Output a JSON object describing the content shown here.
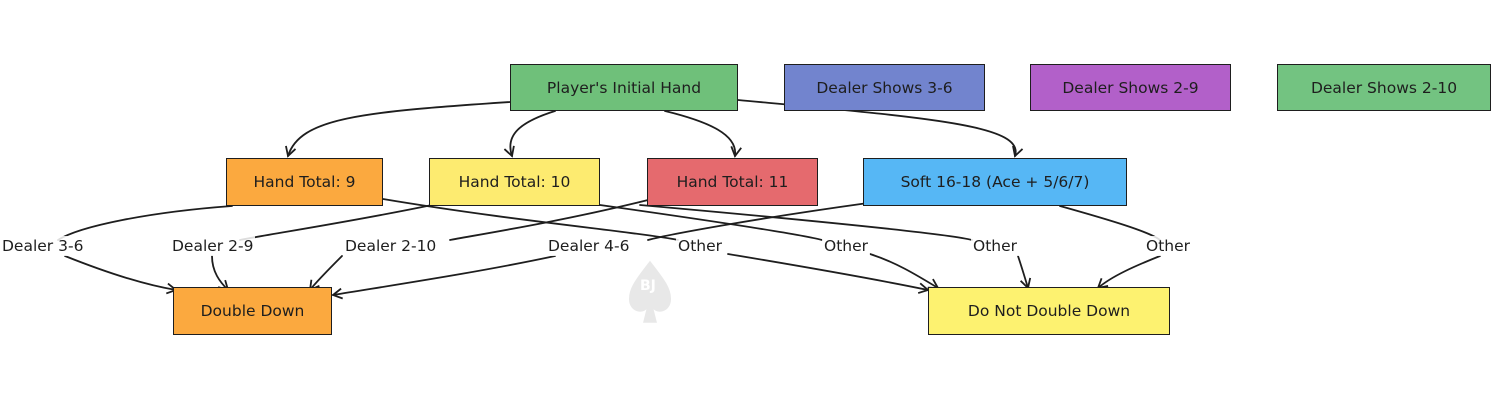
{
  "nodes": {
    "initial": {
      "label": "Player's Initial Hand",
      "color": "#6fc07a"
    },
    "legend_3_6": {
      "label": "Dealer Shows 3-6",
      "color": "#7284ce"
    },
    "legend_2_9": {
      "label": "Dealer Shows 2-9",
      "color": "#b260c9"
    },
    "legend_2_10": {
      "label": "Dealer Shows 2-10",
      "color": "#73c381"
    },
    "total9": {
      "label": "Hand Total: 9",
      "color": "#fba93f"
    },
    "total10": {
      "label": "Hand Total: 10",
      "color": "#fdeb70"
    },
    "total11": {
      "label": "Hand Total: 11",
      "color": "#e56a6e"
    },
    "soft": {
      "label": "Soft 16-18 (Ace + 5/6/7)",
      "color": "#56b7f5"
    },
    "double": {
      "label": "Double Down",
      "color": "#fba93f"
    },
    "nodouble": {
      "label": "Do Not Double Down",
      "color": "#fdf270"
    }
  },
  "edge_labels": {
    "dealer_3_6": "Dealer 3-6",
    "dealer_2_9": "Dealer 2-9",
    "dealer_2_10": "Dealer 2-10",
    "dealer_4_6": "Dealer 4-6",
    "other_1": "Other",
    "other_2": "Other",
    "other_3": "Other",
    "other_4": "Other"
  },
  "watermark": {
    "text": "BJ"
  }
}
